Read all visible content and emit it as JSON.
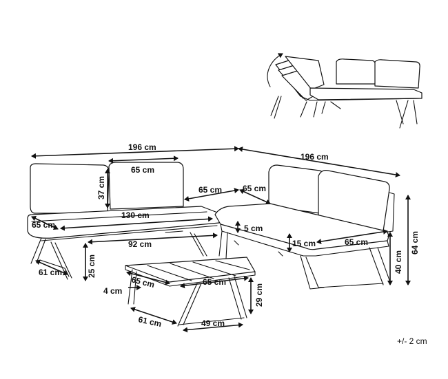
{
  "illustration": {
    "subject": "corner-sofa-set-with-coffee-table",
    "line_color": "#111111",
    "fill_color": "#ffffff"
  },
  "dimensions": {
    "top_left_width": "196 cm",
    "top_right_width": "196 cm",
    "left_back_cushion_width": "65 cm",
    "left_back_height": "37 cm",
    "corner_gap_left": "65 cm",
    "corner_gap_right": "65 cm",
    "left_seat_depth": "65 cm",
    "left_seat_length": "130 cm",
    "left_base_length": "92 cm",
    "left_leg_depth": "61 cm",
    "left_seat_height": "25 cm",
    "right_cushion_thickness": "5 cm",
    "right_seat_thickness": "15 cm",
    "right_seat_width": "65 cm",
    "right_seat_height": "40 cm",
    "total_height": "64 cm",
    "table_top_depth": "65 cm",
    "table_top_width": "65 cm",
    "table_top_thickness": "4 cm",
    "table_height": "29 cm",
    "table_base_depth": "61 cm",
    "table_base_width": "49 cm"
  },
  "tolerance": "+/- 2 cm"
}
